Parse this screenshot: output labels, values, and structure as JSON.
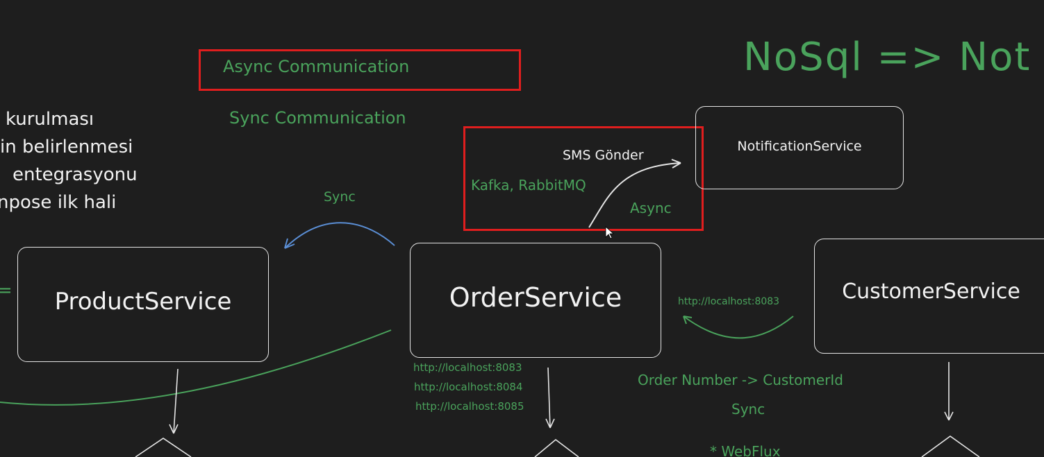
{
  "header": {
    "nosql_title": "NoSql => Not O"
  },
  "notes": {
    "async_communication": "Async Communication",
    "sync_communication": "Sync Communication",
    "left_list": [
      "kurulması",
      "in belirlenmesi",
      "entegrasyonu",
      "npose ilk hali"
    ]
  },
  "services": {
    "product": "ProductService",
    "order": "OrderService",
    "customer": "CustomerService",
    "notification": "NotificationService"
  },
  "edges": {
    "sync_product": "Sync",
    "sms_send": "SMS Gönder",
    "brokers": "Kafka, RabbitMQ",
    "async_notification": "Async",
    "customer_url": "http://localhost:8083"
  },
  "order_urls": [
    "http://localhost:8083",
    "http://localhost:8084",
    "http://localhost:8085"
  ],
  "customer_notes": {
    "mapping": "Order Number -> CustomerId",
    "sync": "Sync",
    "webflux": "* WebFlux"
  },
  "colors": {
    "background": "#1e1e1e",
    "stroke_white": "#e6e6e6",
    "text_green": "#4aa35c",
    "arrow_blue": "#5b8fd6",
    "highlight_red": "#e01e1e"
  }
}
